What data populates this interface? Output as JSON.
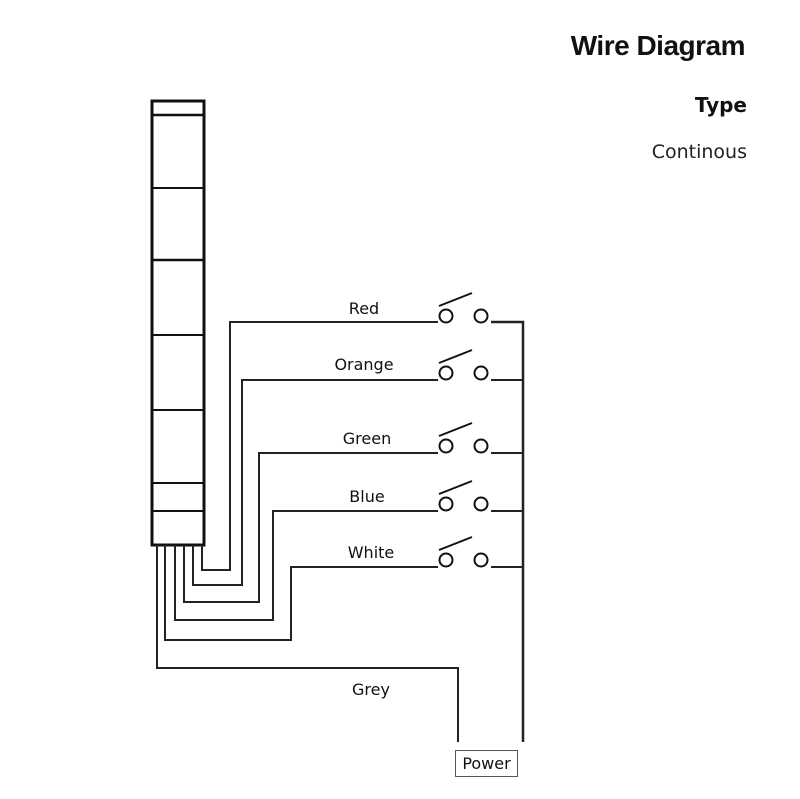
{
  "header": {
    "title": "Wire Diagram",
    "type_label": "Type",
    "type_value": "Continous"
  },
  "diagram": {
    "component": "signal-tower-light",
    "tower_segments": 7,
    "wires": [
      {
        "label": "Red",
        "connection": "switch"
      },
      {
        "label": "Orange",
        "connection": "switch"
      },
      {
        "label": "Green",
        "connection": "switch"
      },
      {
        "label": "Blue",
        "connection": "switch"
      },
      {
        "label": "White",
        "connection": "switch"
      },
      {
        "label": "Grey",
        "connection": "power"
      }
    ],
    "switch_count": 5,
    "switch_type": "normally-open",
    "power_label": "Power"
  },
  "colors": {
    "line": "#111111",
    "background": "#ffffff"
  }
}
